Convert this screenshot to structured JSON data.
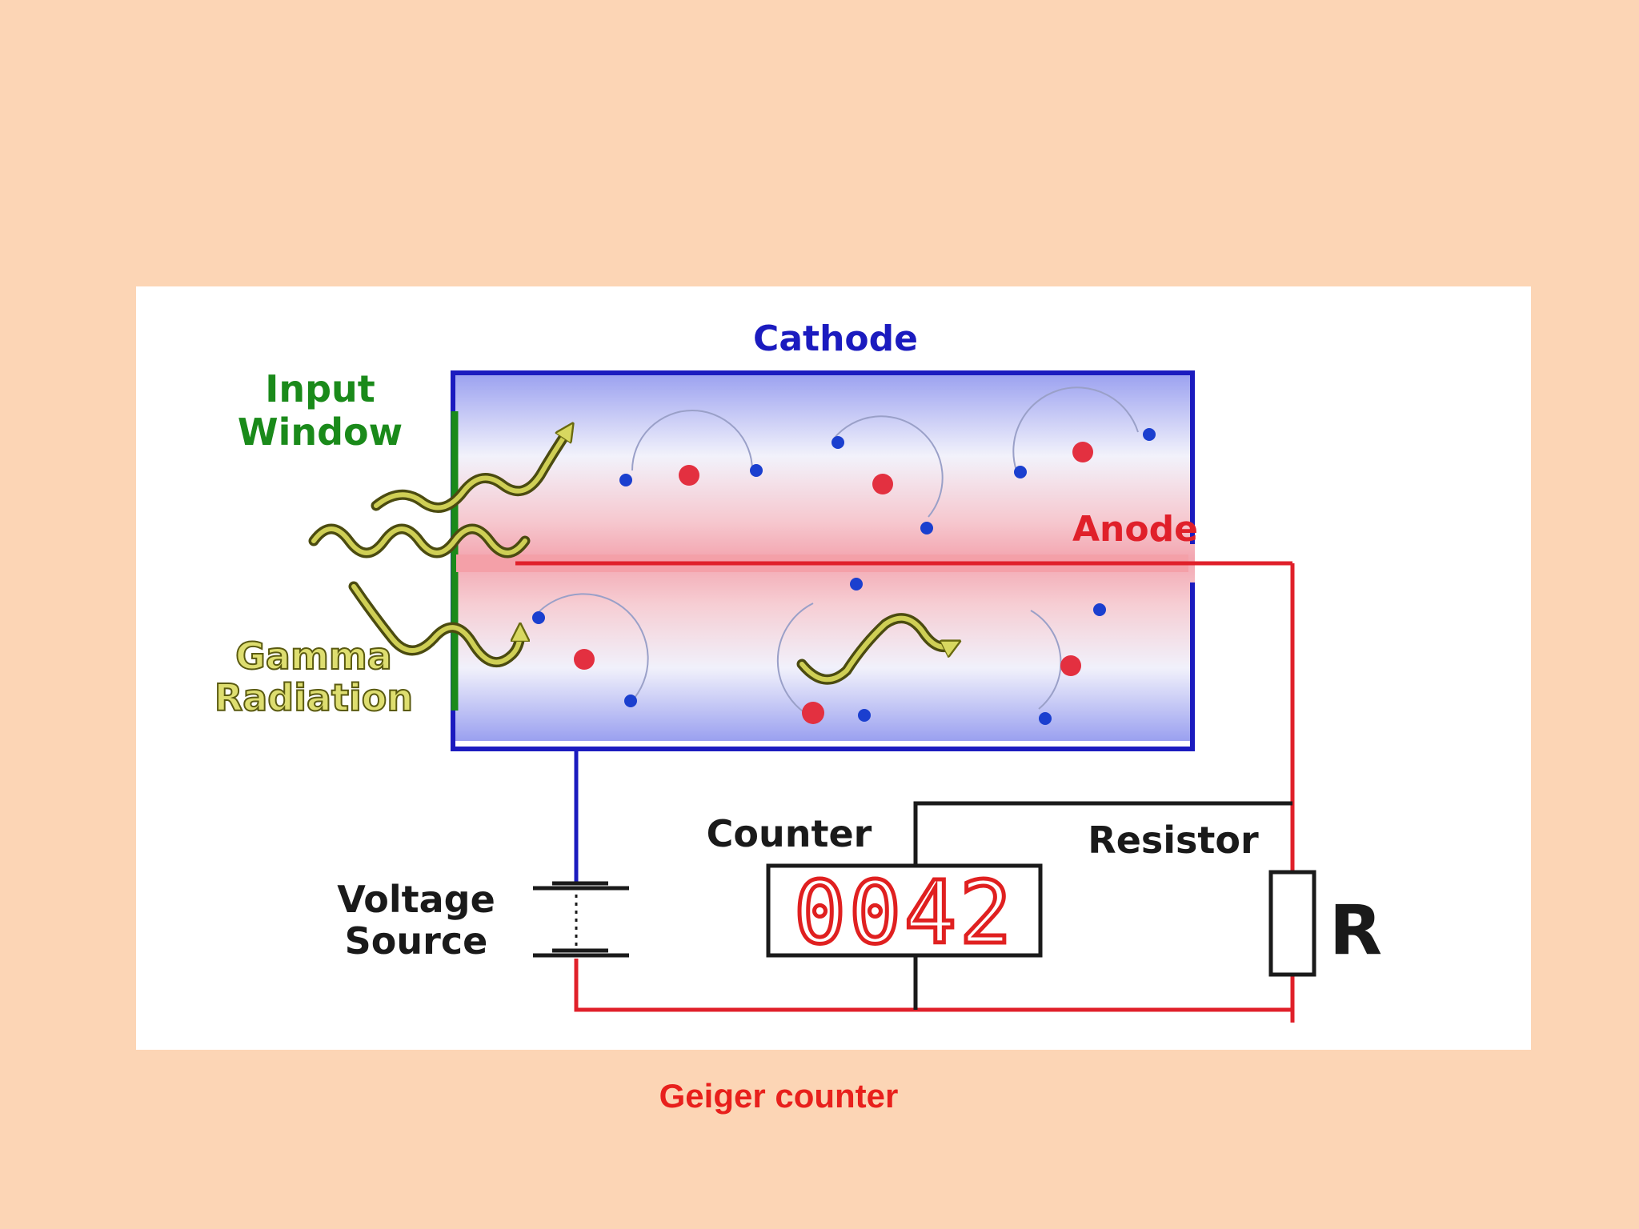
{
  "diagram": {
    "labels": {
      "cathode": "Cathode",
      "anode": "Anode",
      "input_window": [
        "Input",
        "Window"
      ],
      "gamma_radiation": [
        "Gamma",
        "Radiation"
      ],
      "counter": "Counter",
      "resistor": "Resistor",
      "voltage_source": [
        "Voltage",
        "Source"
      ],
      "resistor_symbol": "R"
    },
    "counter_display": "0042"
  },
  "caption": "Geiger counter",
  "colors": {
    "background": "#fcd5b5",
    "cathode": "#1b1bbf",
    "anode": "#e0202a",
    "input_window": "#1a8a1a",
    "gamma": "#c8c020",
    "electron": "#1b3fcf",
    "ion": "#e33040",
    "caption": "#e8201c",
    "display": "#e02020"
  }
}
